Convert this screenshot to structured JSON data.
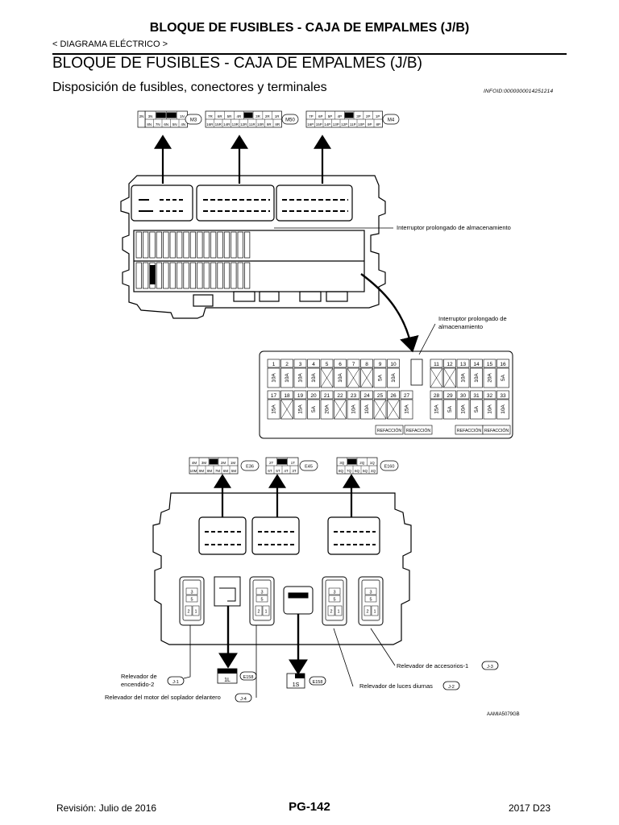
{
  "header": {
    "title": "BLOQUE DE FUSIBLES - CAJA DE EMPALMES (J/B)",
    "breadcrumb": "< DIAGRAMA ELÉCTRICO >"
  },
  "section": {
    "title": "BLOQUE DE FUSIBLES - CAJA DE EMPALMES (J/B)",
    "subtitle": "Disposición de fusibles, conectores y terminales",
    "infoid": "INFOID:0000000014251214"
  },
  "connectors_top": [
    {
      "id": "M3",
      "top": [
        "3N",
        "",
        "",
        "1N"
      ],
      "bottom": [
        "8N",
        "7N",
        "6N",
        "5N",
        "4N"
      ],
      "extra": "2N"
    },
    {
      "id": "M50",
      "top": [
        "7R",
        "6R",
        "5R",
        "4R",
        "",
        "3R",
        "2R",
        "1R"
      ],
      "bottom": [
        "16R",
        "15R",
        "14R",
        "13R",
        "12R",
        "11R",
        "10R",
        "9R",
        "8R"
      ]
    },
    {
      "id": "M4",
      "top": [
        "7P",
        "6P",
        "5P",
        "4P",
        "",
        "3P",
        "2P",
        "1P"
      ],
      "bottom": [
        "16P",
        "15P",
        "14P",
        "13P",
        "12P",
        "11P",
        "10P",
        "9P",
        "8P"
      ]
    }
  ],
  "labels": {
    "storage_switch_top": "Interruptor prolongado de almacenamiento",
    "storage_switch_detail_1": "Interruptor prolongado de",
    "storage_switch_detail_2": "almacenamiento"
  },
  "fuses": {
    "row1": [
      {
        "n": "1",
        "a": "10A"
      },
      {
        "n": "2",
        "a": "10A"
      },
      {
        "n": "3",
        "a": "10A"
      },
      {
        "n": "4",
        "a": "10A"
      },
      {
        "n": "5",
        "a": ""
      },
      {
        "n": "6",
        "a": "10A"
      },
      {
        "n": "7",
        "a": ""
      },
      {
        "n": "8",
        "a": ""
      },
      {
        "n": "9",
        "a": "5A"
      },
      {
        "n": "10",
        "a": "10A"
      },
      {
        "n": "11",
        "a": ""
      },
      {
        "n": "12",
        "a": ""
      },
      {
        "n": "13",
        "a": "10A"
      },
      {
        "n": "14",
        "a": "10A"
      },
      {
        "n": "15",
        "a": "20A"
      },
      {
        "n": "16",
        "a": "5A"
      }
    ],
    "row2": [
      {
        "n": "17",
        "a": "15A"
      },
      {
        "n": "18",
        "a": ""
      },
      {
        "n": "19",
        "a": "15A"
      },
      {
        "n": "20",
        "a": "5A"
      },
      {
        "n": "21",
        "a": "20A"
      },
      {
        "n": "22",
        "a": ""
      },
      {
        "n": "23",
        "a": "10A"
      },
      {
        "n": "24",
        "a": "10A"
      },
      {
        "n": "25",
        "a": ""
      },
      {
        "n": "26",
        "a": ""
      },
      {
        "n": "27",
        "a": "15A"
      },
      {
        "n": "28",
        "a": "15A"
      },
      {
        "n": "29",
        "a": "5A"
      },
      {
        "n": "30",
        "a": "10A"
      },
      {
        "n": "31",
        "a": "5A"
      },
      {
        "n": "32",
        "a": "10A"
      },
      {
        "n": "33",
        "a": "10A"
      }
    ],
    "spare_label": "REFACCIÓN"
  },
  "connectors_bottom": [
    {
      "id": "E36",
      "top": [
        "4M",
        "3M",
        "",
        "2M",
        "1M"
      ],
      "bottom": [
        "10M",
        "9M",
        "8M",
        "7M",
        "6M",
        "5M"
      ]
    },
    {
      "id": "E45",
      "top": [
        "2T",
        "",
        "1T"
      ],
      "bottom": [
        "6T",
        "5T",
        "4T",
        "3T"
      ]
    },
    {
      "id": "E160",
      "top": [
        "3Q",
        "",
        "2Q",
        "1Q"
      ],
      "bottom": [
        "8Q",
        "7Q",
        "6Q",
        "5Q",
        "4Q"
      ]
    }
  ],
  "relays": {
    "ignition_2": {
      "line1": "Relevador de",
      "line2": "encendido-2",
      "ref": "J-1"
    },
    "front_blower": {
      "label": "Relevador del motor del soplador delantero",
      "ref": "J-4"
    },
    "accessory_1": {
      "label": "Relevador de accesorios-1",
      "ref": "J-3"
    },
    "daytime_lights": {
      "label": "Relevador de luces diurnas",
      "ref": "J-2"
    },
    "terminal_1L": {
      "pin": "1L",
      "ref": "E158"
    },
    "terminal_1S": {
      "pin": "1S",
      "ref": "E158"
    }
  },
  "relay_pins": [
    "3",
    "5",
    "2",
    "1"
  ],
  "figure_id": "AAMIA5079GB",
  "footer": {
    "revision": "Revisión: Julio de 2016",
    "page": "PG-142",
    "model": "2017 D23"
  },
  "colors": {
    "ink": "#000000",
    "paper": "#ffffff"
  }
}
